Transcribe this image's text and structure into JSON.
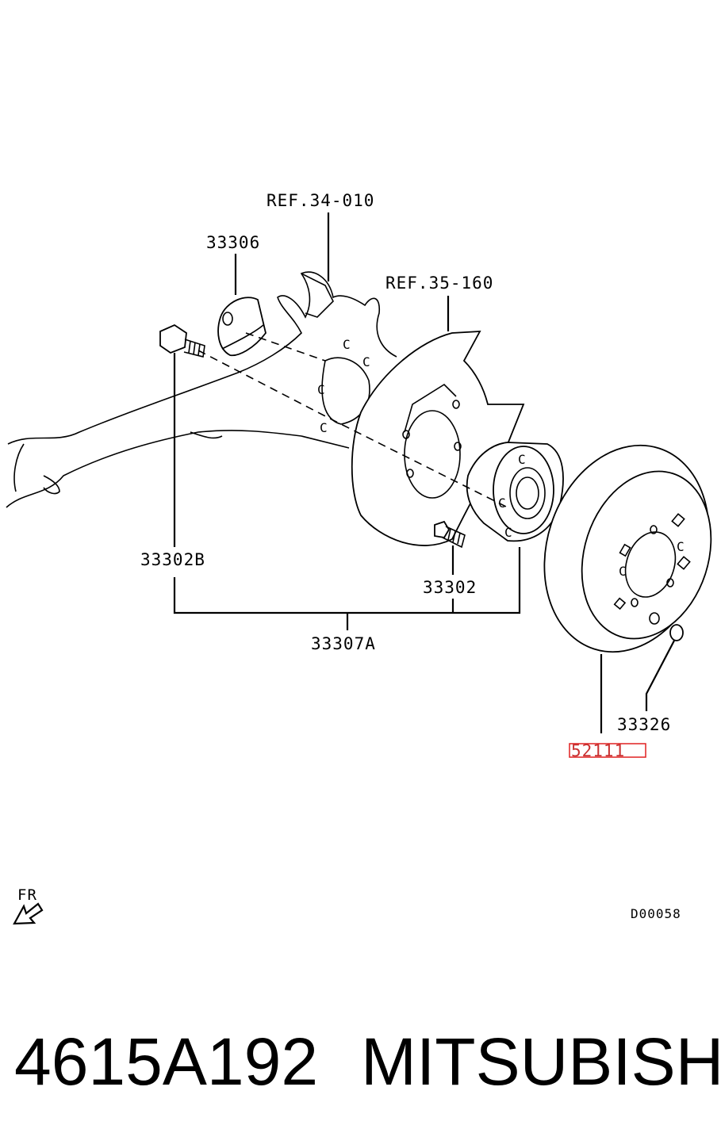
{
  "callouts": {
    "ref_34_010": "REF.34-010",
    "p33306": "33306",
    "ref_35_160": "REF.35-160",
    "p33302B": "33302B",
    "p33302": "33302",
    "p33307A": "33307A",
    "p33326": "33326",
    "p52111": "52111"
  },
  "direction_label": "FR",
  "diagram_code": "D00058",
  "footer": {
    "part_number": "4615A192",
    "brand": "MITSUBISHI"
  },
  "highlight_color": "#e02020"
}
